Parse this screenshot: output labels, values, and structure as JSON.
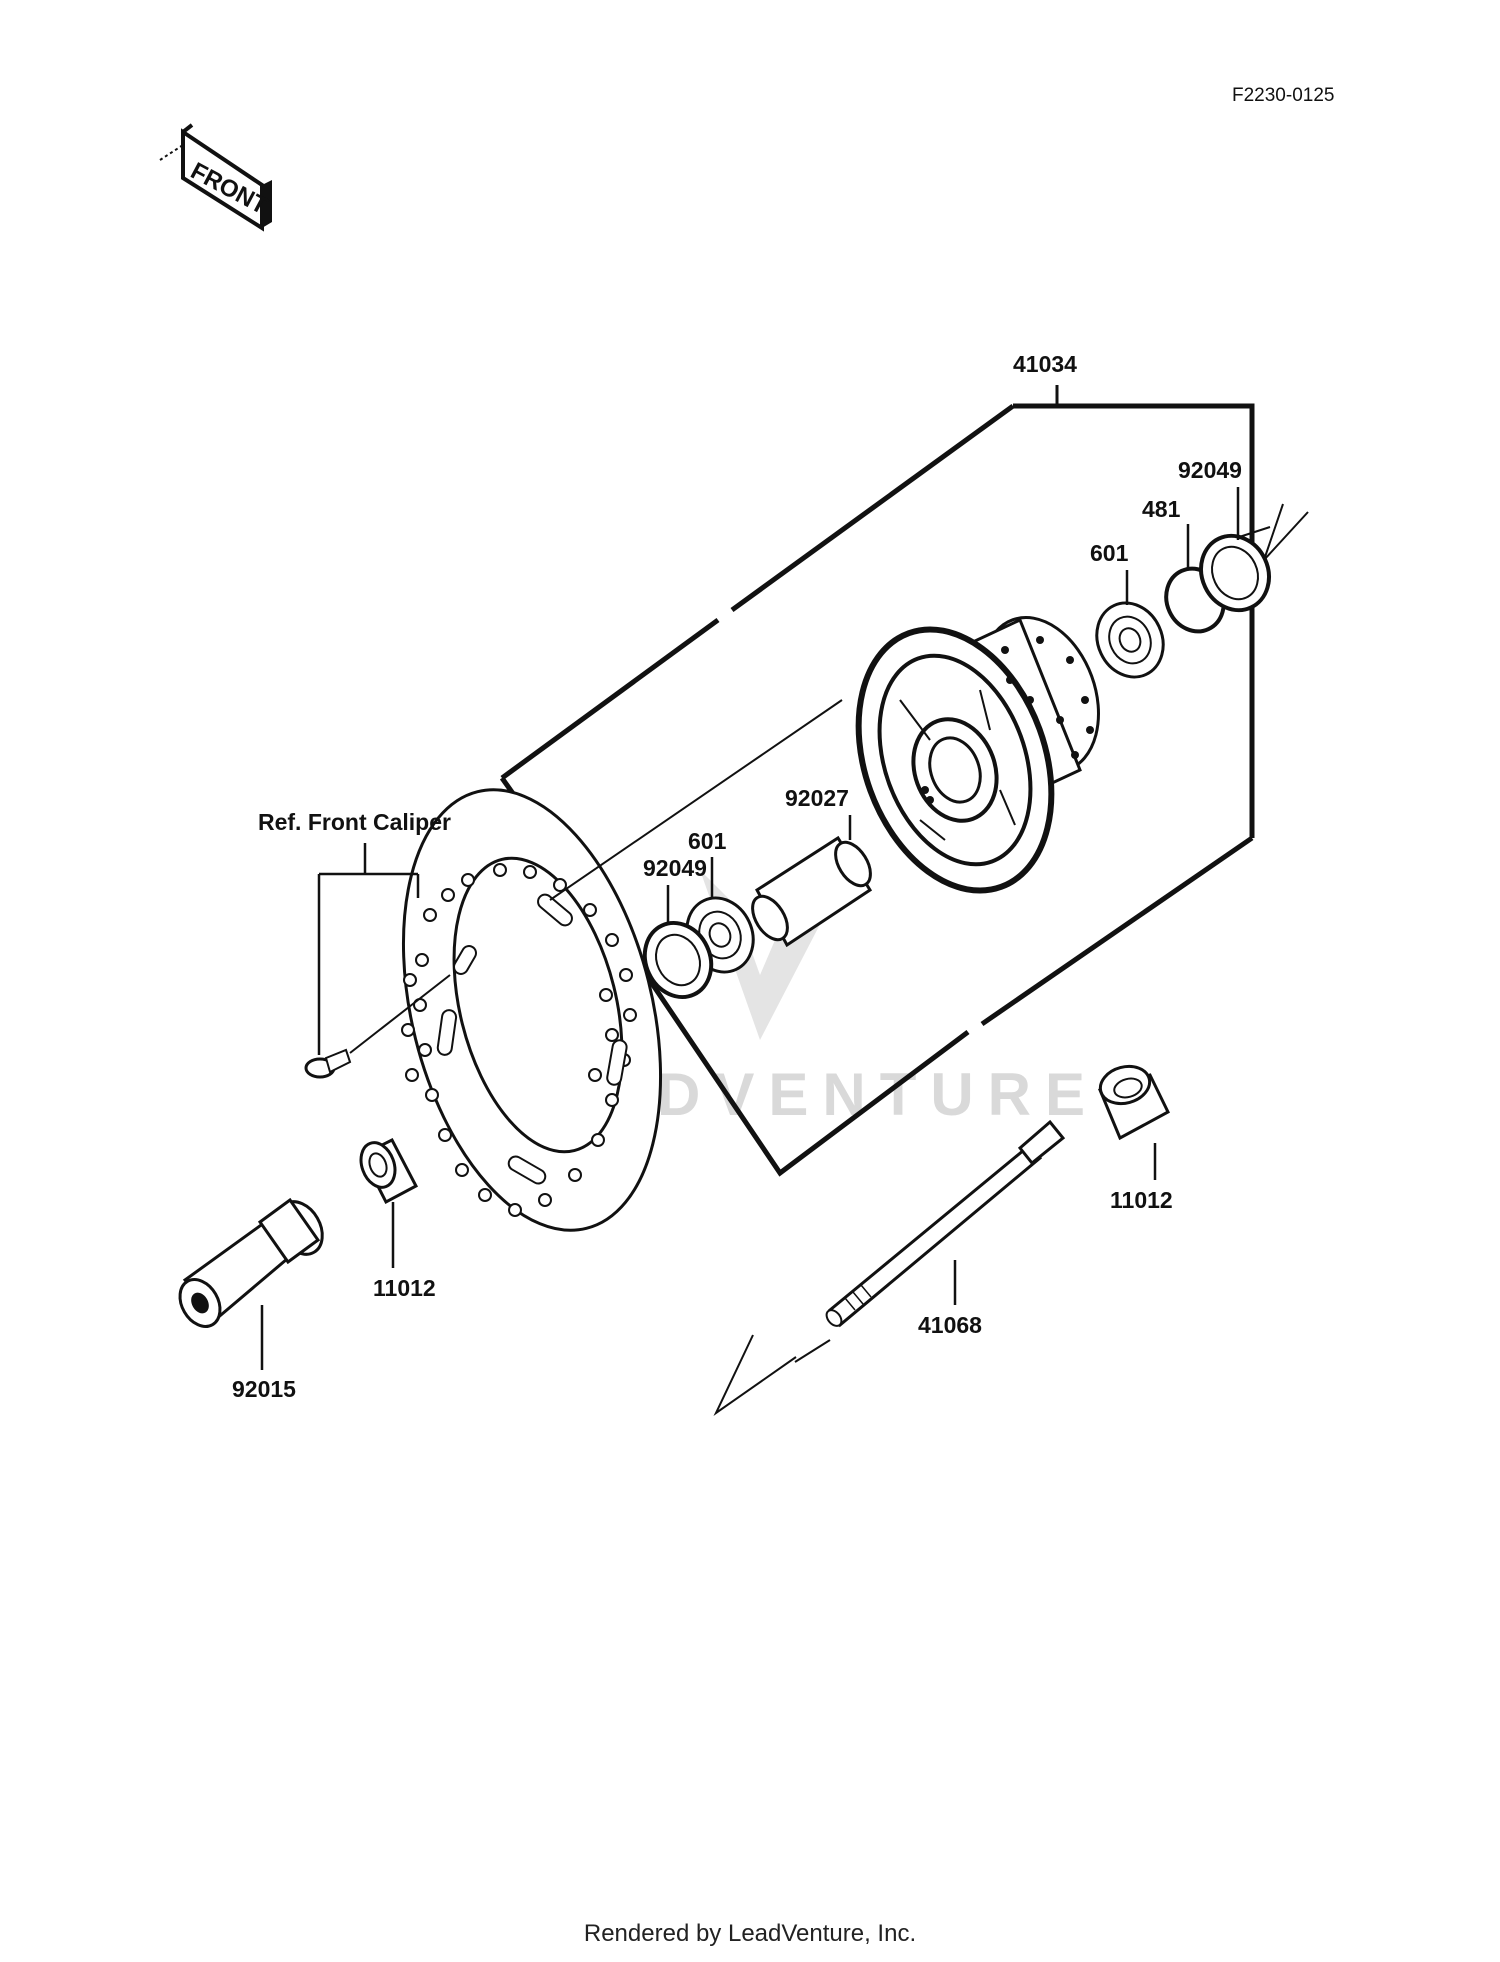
{
  "diagram": {
    "code": "F2230-0125",
    "front_tag": "FRONT",
    "ref_label": "Ref. Front Caliper",
    "parts": {
      "hub_assy": "41034",
      "seal_right": "92049",
      "circlip": "481",
      "bearing_right": "601",
      "spacer": "92027",
      "bearing_left": "601",
      "seal_left": "92049",
      "collar_left": "11012",
      "collar_right": "11012",
      "axle_nut": "92015",
      "axle": "41068"
    },
    "watermark": "LEADVENTURE"
  },
  "footer": {
    "text": "Rendered by LeadVenture, Inc."
  }
}
